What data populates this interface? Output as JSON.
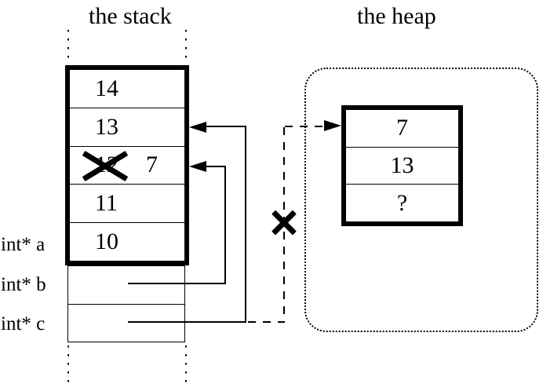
{
  "titles": {
    "stack": "the stack",
    "heap": "the heap"
  },
  "stack": {
    "rows": [
      {
        "value": "14"
      },
      {
        "value": "13"
      },
      {
        "old_value": "12",
        "new_value": "7",
        "crossed_out": true
      },
      {
        "value": "11"
      },
      {
        "value": "10"
      }
    ],
    "variables": [
      {
        "name": "int* a"
      },
      {
        "name": "int* b"
      },
      {
        "name": "int* c"
      }
    ]
  },
  "heap": {
    "rows": [
      {
        "value": "7"
      },
      {
        "value": "13"
      },
      {
        "value": "?"
      }
    ]
  },
  "colors": {
    "ink": "#000000",
    "background": "#ffffff"
  }
}
